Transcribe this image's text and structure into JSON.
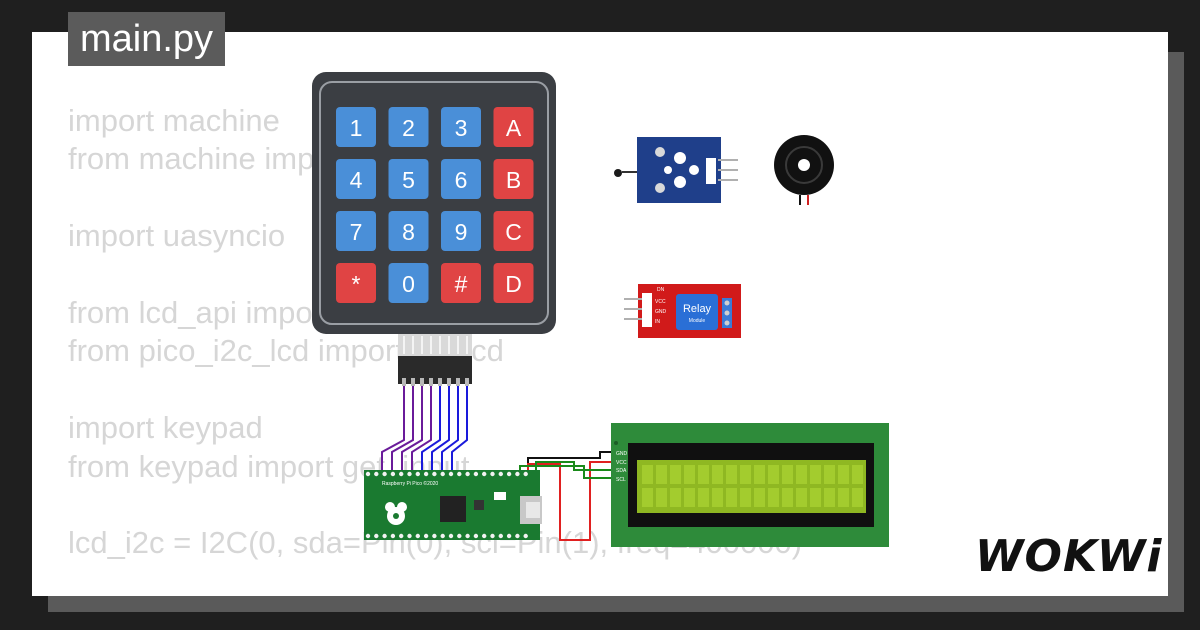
{
  "file": {
    "name": "main.py"
  },
  "code": {
    "lines": [
      "import machine",
      "from machine import Pin, I2C",
      "",
      "import uasyncio",
      "",
      "from lcd_api import LcdApi",
      "from pico_i2c_lcd import I2cLcd",
      "",
      "import keypad",
      "from keypad import get_input",
      "",
      "lcd_i2c = I2C(0, sda=Pin(0), scl=Pin(1), freq=400000)"
    ]
  },
  "keypad": {
    "keys": [
      "1",
      "2",
      "3",
      "A",
      "4",
      "5",
      "6",
      "B",
      "7",
      "8",
      "9",
      "C",
      "*",
      "0",
      "#",
      "D"
    ],
    "colors": {
      "number": "#4a8fd8",
      "letter": "#e04444",
      "body": "#3b3e43"
    }
  },
  "pico": {
    "board_text": "Raspberry Pi Pico ©2020"
  },
  "lcd": {
    "pins": [
      "GND",
      "VCC",
      "SDA",
      "SCL"
    ]
  },
  "relay": {
    "label": "Relay",
    "sublabel": "Module",
    "pins": [
      "DN",
      "VCC",
      "GND",
      "IN"
    ]
  },
  "wire_colors": {
    "keypad": [
      "#6a1b9a",
      "#1a1adb"
    ],
    "gnd": "#111111",
    "vcc": "#e02020",
    "sda": "#1a8a1a",
    "scl": "#1a8a1a"
  },
  "brand": {
    "logo": "WOKWi"
  }
}
